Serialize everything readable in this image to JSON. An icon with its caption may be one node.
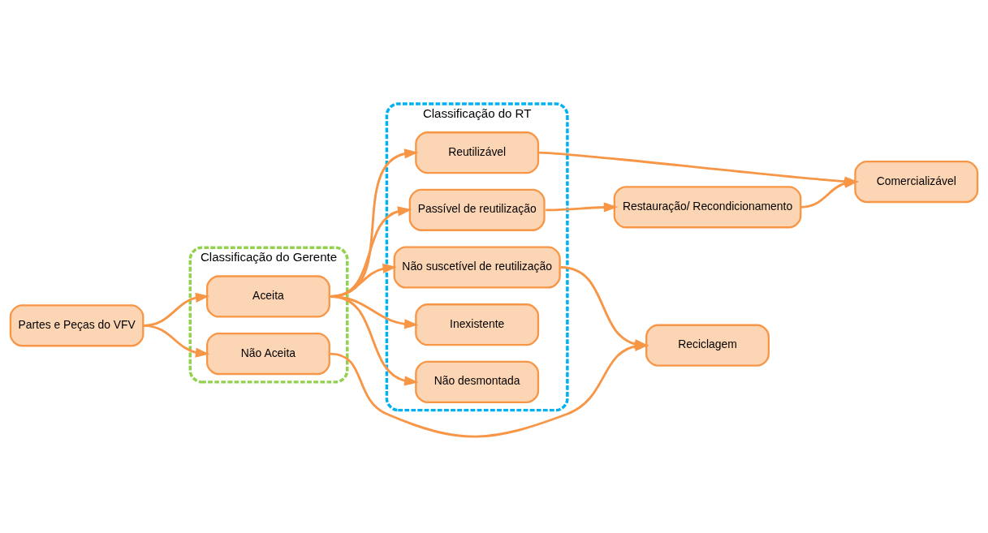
{
  "diagram": {
    "nodes": [
      {
        "text": [
          "Classificação do Gerente"
        ]
      },
      {
        "text": [
          "Classificação do RT"
        ]
      },
      {
        "text": [
          "Partes e Peças do VFV"
        ]
      },
      {
        "text": [
          "Aceita"
        ],
        "in": 0
      },
      {
        "text": [
          "Não Aceita"
        ],
        "in": 0
      },
      {
        "text": [
          "Reutilizável"
        ],
        "in": 1
      },
      {
        "text": [
          "Passível de reutilização"
        ],
        "in": 1
      },
      {
        "text": [
          "Não suscetível de reutilização"
        ],
        "in": 1
      },
      {
        "text": [
          "Inexistente"
        ],
        "in": 1
      },
      {
        "text": [
          "Não desmontada"
        ],
        "in": 1
      },
      {
        "text": [
          "Restauração/ Recondicionamento"
        ]
      },
      {
        "text": [
          "Comercializável"
        ]
      },
      {
        "text": [
          "Reciclagem"
        ]
      }
    ],
    "edges": [
      {
        "from": 2,
        "to": 3,
        "arrow": "to"
      },
      {
        "from": 2,
        "to": 4,
        "arrow": "to"
      },
      {
        "from": 3,
        "to": 5,
        "arrow": "to"
      },
      {
        "from": 3,
        "to": 6,
        "arrow": "to"
      },
      {
        "from": 3,
        "to": 7,
        "arrow": "to"
      },
      {
        "from": 3,
        "to": 8,
        "arrow": "to"
      },
      {
        "from": 3,
        "to": 9,
        "arrow": "to"
      },
      {
        "from": 5,
        "to": 11,
        "arrow": "to"
      },
      {
        "from": 6,
        "to": 10,
        "arrow": "to"
      },
      {
        "from": 10,
        "to": 11,
        "arrow": "to"
      },
      {
        "from": 7,
        "to": 12,
        "arrow": "to"
      },
      {
        "from": 4,
        "to": 12,
        "arrow": "to"
      }
    ]
  }
}
